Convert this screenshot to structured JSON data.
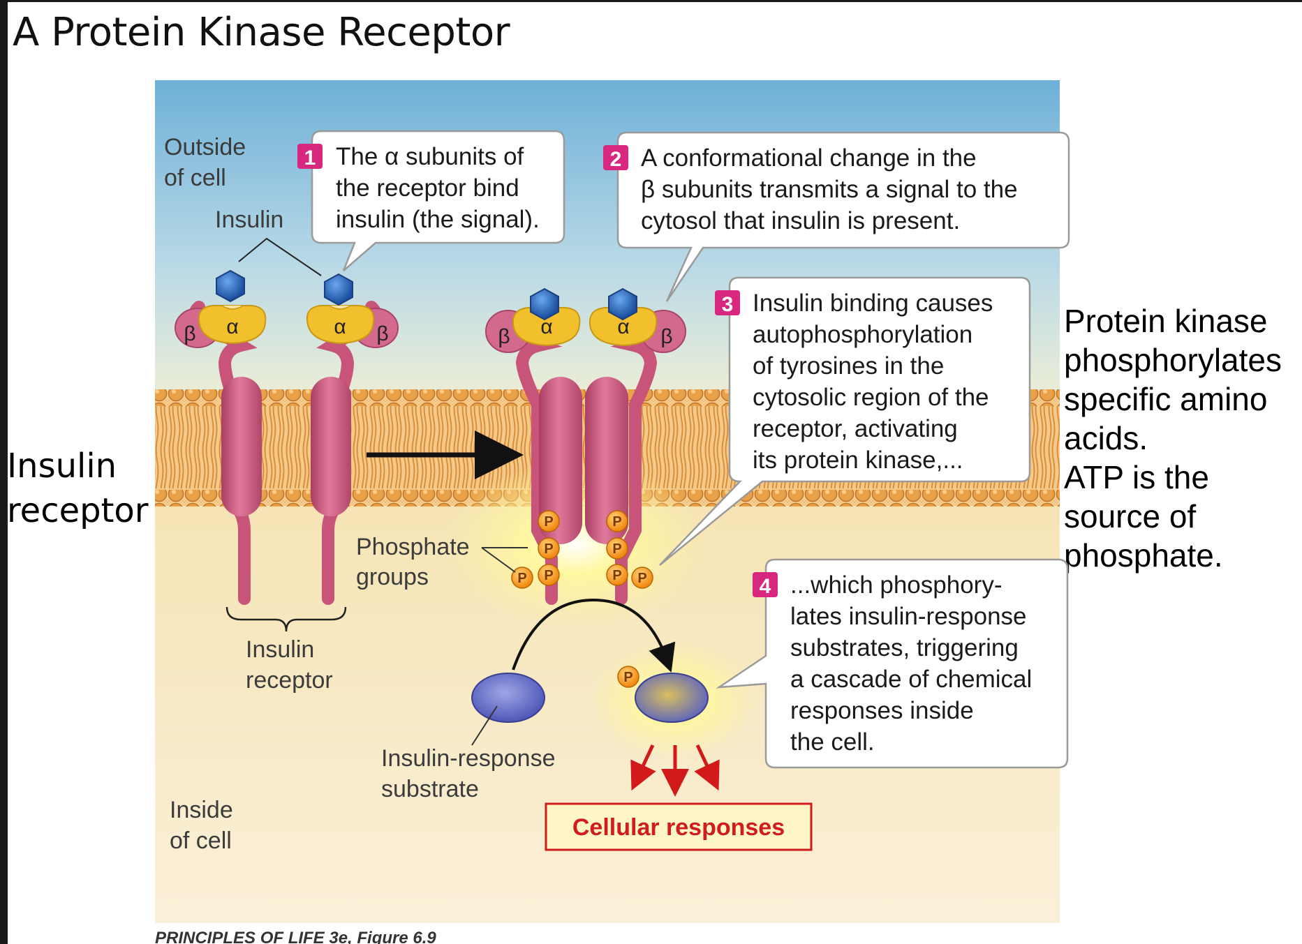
{
  "title": "A Protein Kinase Receptor",
  "side_left": {
    "lines": [
      "Insulin",
      "receptor"
    ]
  },
  "side_right": {
    "lines": [
      "Protein kinase",
      "phosphorylates",
      "specific amino",
      "acids.",
      "ATP is the",
      "source of",
      "phosphate."
    ]
  },
  "figure": {
    "outside_label": [
      "Outside",
      "of cell"
    ],
    "inside_label": [
      "Inside",
      "of cell"
    ],
    "insulin_label": "Insulin",
    "alpha": "α",
    "beta": "β",
    "phosphate_label": [
      "Phosphate",
      "groups"
    ],
    "receptor_label": [
      "Insulin",
      "receptor"
    ],
    "substrate_label": [
      "Insulin-response",
      "substrate"
    ],
    "p": "P",
    "cellular_responses": "Cellular responses",
    "credit": "PRINCIPLES OF LIFE 3e, Figure 6.9",
    "steps": [
      {
        "number": "1",
        "lines": [
          "The α subunits of",
          "the receptor bind",
          "insulin (the signal)."
        ]
      },
      {
        "number": "2",
        "lines": [
          "A conformational change in the",
          "β subunits transmits a signal to the",
          "cytosol that insulin is present."
        ]
      },
      {
        "number": "3",
        "lines": [
          "Insulin binding causes",
          "autophosphorylation",
          "of tyrosines in the",
          "cytosolic region of the",
          "receptor, activating",
          "its protein kinase,..."
        ]
      },
      {
        "number": "4",
        "lines": [
          "...which phosphory-",
          "lates insulin-response",
          "substrates, triggering",
          "a cascade of chemical",
          "responses inside",
          "the cell."
        ]
      }
    ]
  },
  "colors": {
    "extracellular_top": "#6fb0d6",
    "cytosol": "#f7e6b5",
    "membrane_head": "#e89a45",
    "receptor": "#c8547a",
    "alpha_subunit": "#f2c02c",
    "insulin": "#2f6fc2",
    "phosphate": "#f39a1c",
    "step_badge": "#d8277f",
    "response_text": "#d01c1c"
  }
}
